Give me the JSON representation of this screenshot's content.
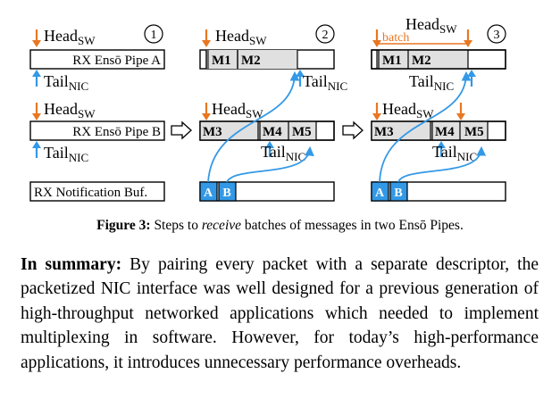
{
  "figure": {
    "step_numbers": [
      "1",
      "2",
      "3"
    ],
    "head_label": "Head",
    "head_sub": "SW",
    "tail_label": "Tail",
    "tail_sub": "NIC",
    "pipe_a_label": "RX Ensō Pipe A",
    "pipe_b_label": "RX Ensō Pipe B",
    "notif_label": "RX Notification Buf.",
    "batch_label": "batch",
    "messages": [
      "M1",
      "M2",
      "M3",
      "M4",
      "M5"
    ],
    "notifications": [
      "A",
      "B"
    ],
    "colors": {
      "head_arrow": "#e87722",
      "tail_arrow": "#3399e6",
      "filled": "#e0e0e0",
      "notif_fill": "#3399e6",
      "batch": "#e87722"
    }
  },
  "caption": {
    "prefix": "Figure 3:",
    "before": " Steps to ",
    "emph": "receive",
    "after": " batches of messages in two Ensō Pipes."
  },
  "paragraph": {
    "lead": "In summary:",
    "body": " By pairing every packet with a separate descriptor, the packetized NIC interface was well designed for a previous generation of high-throughput networked applications which needed to implement multiplexing in software. However, for today’s high-performance applications, it introduces unnecessary performance overheads."
  }
}
